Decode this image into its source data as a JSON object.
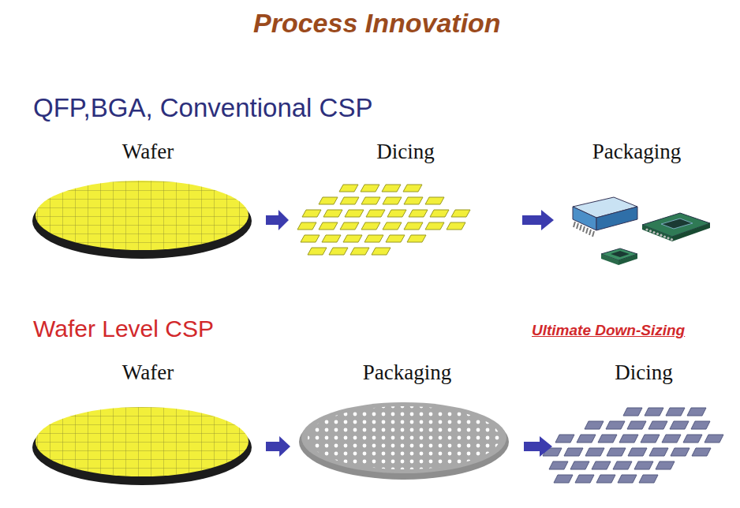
{
  "diagram": {
    "title": "Process Innovation",
    "nodes": [
      {
        "text": [
          "Wafer"
        ]
      },
      {
        "text": [
          "Dicing"
        ]
      },
      {
        "text": [
          "Packaging"
        ]
      },
      {
        "text": [
          "Wafer"
        ]
      },
      {
        "text": [
          "Packaging"
        ]
      },
      {
        "text": [
          "Dicing"
        ]
      }
    ],
    "edges": [
      {
        "from": 0,
        "to": 1,
        "arrow": "to"
      },
      {
        "from": 1,
        "to": 2,
        "arrow": "to"
      },
      {
        "from": 3,
        "to": 4,
        "arrow": "to"
      },
      {
        "from": 4,
        "to": 5,
        "arrow": "to"
      }
    ],
    "labels": [
      "QFP,BGA, Conventional CSP",
      "Wafer Level CSP",
      "Ultimate Down-Sizing"
    ]
  }
}
